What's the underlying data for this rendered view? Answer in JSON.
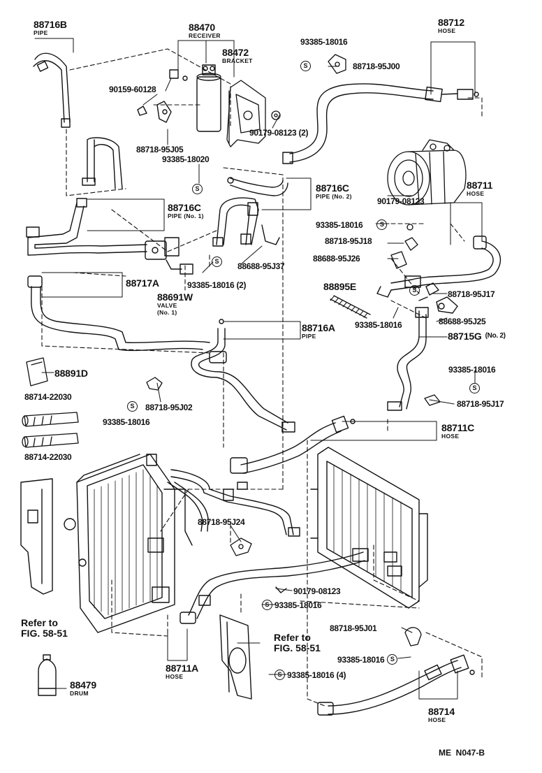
{
  "labels": {
    "p88716B": "88716B",
    "p88716B_sub": "PIPE",
    "p88470": "88470",
    "p88470_sub": "RECEIVER",
    "p88472": "88472",
    "p88472_sub": "BRACKET",
    "p93385_top": "93385-18016",
    "p88718_95J00": "88718-95J00",
    "p88712": "88712",
    "p88712_sub": "HOSE",
    "p90159": "90159-60128",
    "p90179_2": "90179-08123 (2)",
    "p88718_95J05": "88718-95J05",
    "p93385_18020": "93385-18020",
    "p88716C_no2": "88716C",
    "p88716C_no2_sub": "PIPE (No. 2)",
    "p90179_mid": "90179-08123",
    "p88711": "88711",
    "p88711_sub": "HOSE",
    "p88716C_no1": "88716C",
    "p88716C_no1_sub": "PIPE (No. 1)",
    "p93385_r1": "93385-18016",
    "p88718_95J18": "88718-95J18",
    "p88688_95J26": "88688-95J26",
    "p88688_95J37": "88688-95J37",
    "p88717A": "88717A",
    "p93385_2": "93385-18016 (2)",
    "p88691W": "88691W",
    "p88691W_sub": "VALVE",
    "p88691W_sub2": "(No. 1)",
    "p88895E": "88895E",
    "p88718_95J17a": "88718-95J17",
    "p93385_r2": "93385-18016",
    "p88688_95J25": "88688-95J25",
    "p88716A": "88716A",
    "p88716A_sub": "PIPE",
    "p88715G": "88715G",
    "p88715G_sub": "(No. 2)",
    "p88891D": "88891D",
    "p88714_a": "88714-22030",
    "p88718_95J02": "88718-95J02",
    "p93385_left": "93385-18016",
    "p93385_r3": "93385-18016",
    "p88718_95J17b": "88718-95J17",
    "p88714_b": "88714-22030",
    "p88711C": "88711C",
    "p88711C_sub": "HOSE",
    "p88718_95J24": "88718-95J24",
    "p90179_low": "90179-08123",
    "p93385_low": "93385-18016",
    "ref_left_1": "Refer to",
    "ref_left_2": "FIG. 58-51",
    "ref_mid_1": "Refer to",
    "ref_mid_2": "FIG. 58-51",
    "p88718_95J01": "88718-95J01",
    "p93385_br": "93385-18016",
    "p88711A": "88711A",
    "p88711A_sub": "HOSE",
    "p93385_4": "93385-18016 (4)",
    "p88479": "88479",
    "p88479_sub": "DRUM",
    "p88714": "88714",
    "p88714_sub": "HOSE",
    "code": "ME  N047-B",
    "s": "S"
  }
}
